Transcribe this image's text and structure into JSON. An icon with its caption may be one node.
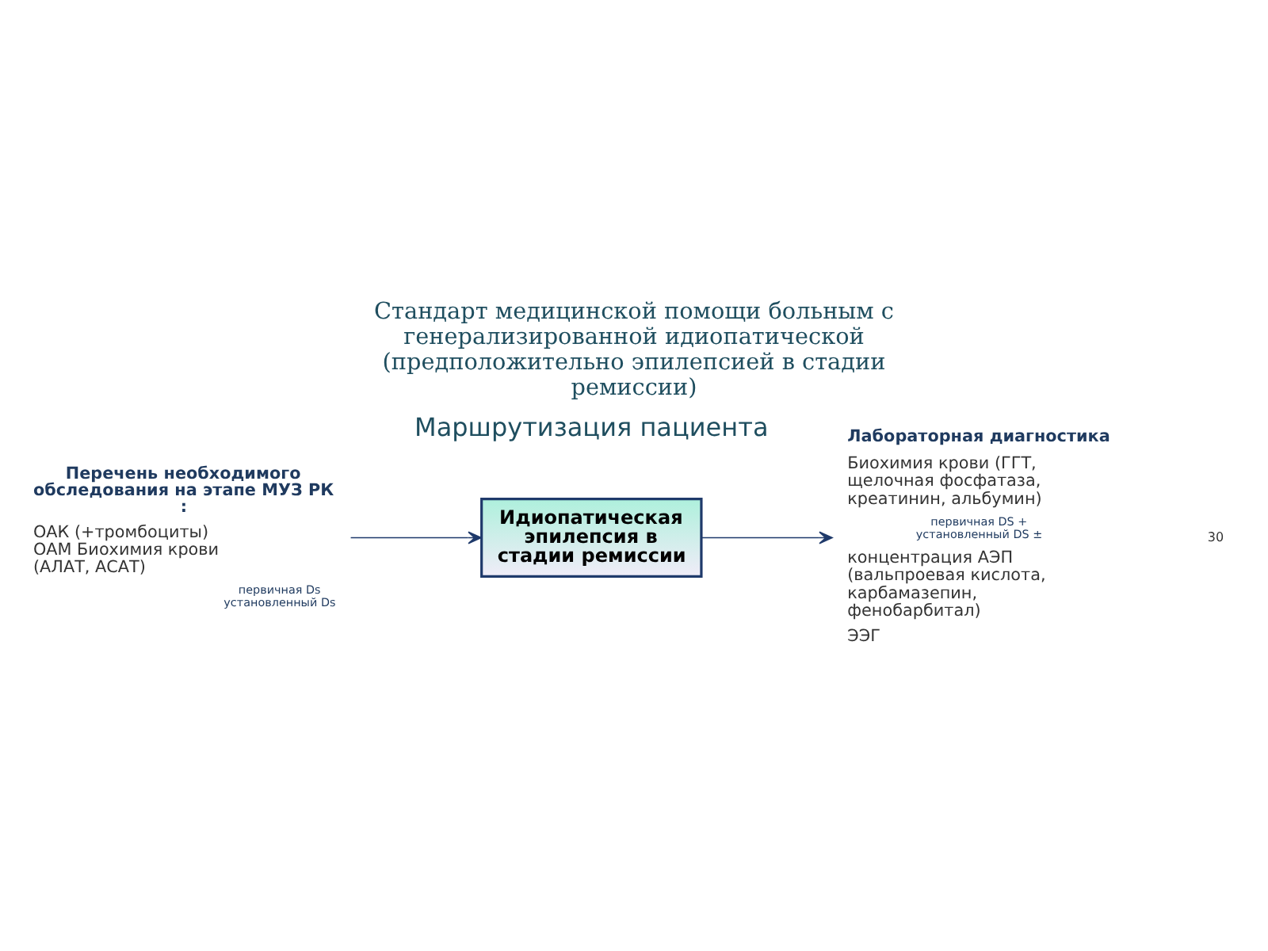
{
  "diagram": {
    "title": "Стандарт медицинской помощи больным с генерализированной идиопатической (предположительно эпилепсией в стадии ремиссии)",
    "nodes": [
      {
        "text": [
          "Перечень необходимого обследования на этапе МУЗ РК :",
          "ОАК (+тромбоциты) ОАМ Биохимия крови (АЛАТ, АСАТ)"
        ],
        "beside": [
          "первичная Ds установленный Ds"
        ]
      },
      {
        "text": [
          "Идиопатическая эпилепсия в стадии ремиссии"
        ]
      },
      {
        "text": [
          "Лабораторная диагностика",
          "Биохимия крови (ГГТ, щелочная фосфатаза, креатинин, альбумин)",
          "первичная DS + установленный DS ±",
          "концентрация АЭП (вальпроевая кислота, карбамазепин, фенобарбитал)",
          "ЭЭГ"
        ]
      }
    ],
    "edges": [
      {
        "from": 0,
        "to": 1,
        "arrow": "to"
      },
      {
        "from": 1,
        "to": 2,
        "arrow": "to"
      }
    ],
    "labels": [
      "Маршрутизация пациента",
      "30"
    ]
  }
}
